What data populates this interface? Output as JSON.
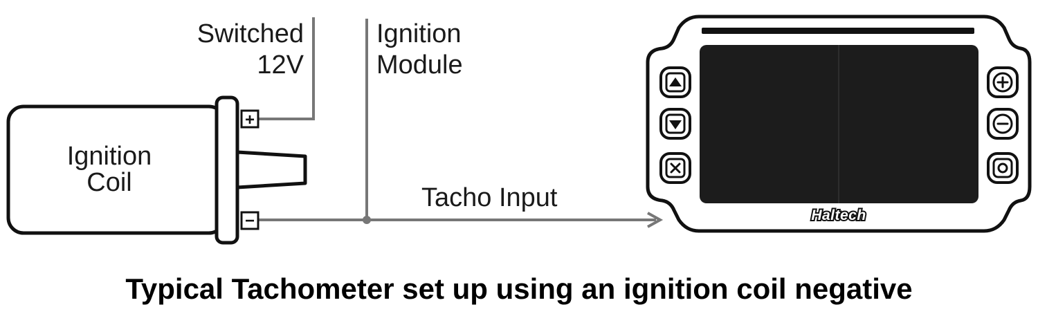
{
  "labels": {
    "switched": "Switched",
    "twelve_v": "12V",
    "ignition_module_1": "Ignition",
    "ignition_module_2": "Module",
    "coil_1": "Ignition",
    "coil_2": "Coil",
    "tacho_input": "Tacho Input"
  },
  "terminals": {
    "positive": "+",
    "negative": "−"
  },
  "logo": "Haltech",
  "caption": "Typical Tachometer set up using an ignition coil negative",
  "colors": {
    "wire": "#777777",
    "outline": "#111111",
    "screen": "#1c1c1c"
  }
}
